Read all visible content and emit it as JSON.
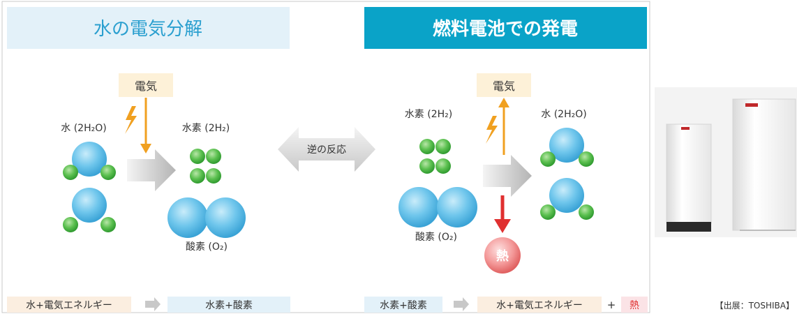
{
  "electrolysis": {
    "title": "水の電気分解",
    "electricity": "電気",
    "water": "水 (2H₂O)",
    "hydrogen": "水素 (2H₂)",
    "oxygen": "酸素 (O₂)"
  },
  "reverse_label": "逆の反応",
  "fuel_cell": {
    "title": "燃料電池での発電",
    "electricity": "電気",
    "hydrogen": "水素 (2H₂)",
    "oxygen": "酸素 (O₂)",
    "water": "水 (2H₂O)",
    "heat": "熱"
  },
  "equations": {
    "left_input": "水+電気エネルギー",
    "left_output": "水素+酸素",
    "right_input": "水素+酸素",
    "right_output": "水+電気エネルギー",
    "plus": "+",
    "heat": "熱"
  },
  "source_caption": "【出展：TOSHIBA】",
  "colors": {
    "title_bar_light": "#e3f1f9",
    "title_bar_dark": "#0aa3c8",
    "title_text": "#2a9fcf",
    "molecule_blue": "#5fc0e8",
    "molecule_green": "#4db84a",
    "lightning": "#f0a020",
    "heat_red": "#e03030",
    "heat_circle": "#f28c8c",
    "label_box": "#fdf1d8",
    "eq_box_warm": "#fbeee0",
    "eq_box_blue": "#e3f1f9",
    "eq_box_pink": "#fbe3e6"
  }
}
